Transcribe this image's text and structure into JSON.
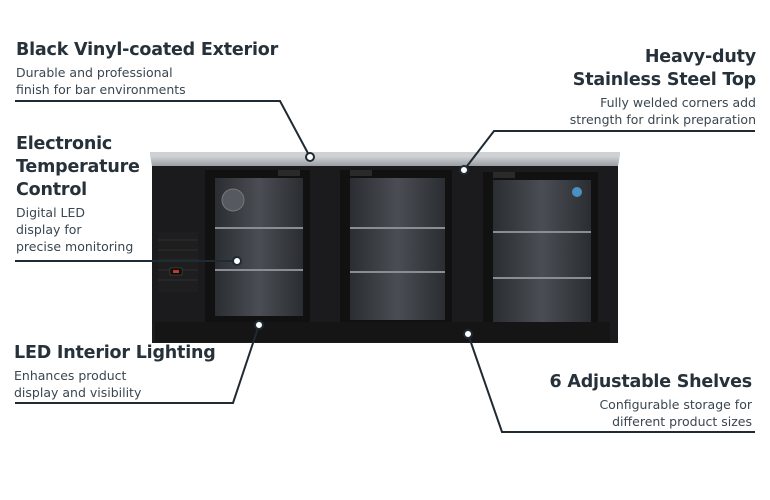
{
  "callouts": {
    "exterior": {
      "title": "Black Vinyl-coated Exterior",
      "desc_1": "Durable and professional",
      "desc_2": "finish for bar environments"
    },
    "temperature": {
      "title_1": "Electronic",
      "title_2": "Temperature",
      "title_3": "Control",
      "desc_1": "Digital LED",
      "desc_2": "display for",
      "desc_3": "precise monitoring"
    },
    "lighting": {
      "title": "LED Interior Lighting",
      "desc_1": "Enhances product",
      "desc_2": "display and visibility"
    },
    "top": {
      "title_1": "Heavy-duty",
      "title_2": "Stainless Steel Top",
      "desc_1": "Fully welded corners add",
      "desc_2": "strength for drink preparation"
    },
    "shelves": {
      "title": "6 Adjustable Shelves",
      "desc_1": "Configurable storage for",
      "desc_2": "different product sizes"
    }
  },
  "colors": {
    "line": "#1f2a33",
    "cabinet": "#1b1b1d",
    "steel": "#b9bcc0",
    "glass": "#3a3d42"
  },
  "icons": {
    "logo": "brand-badge-icon"
  }
}
